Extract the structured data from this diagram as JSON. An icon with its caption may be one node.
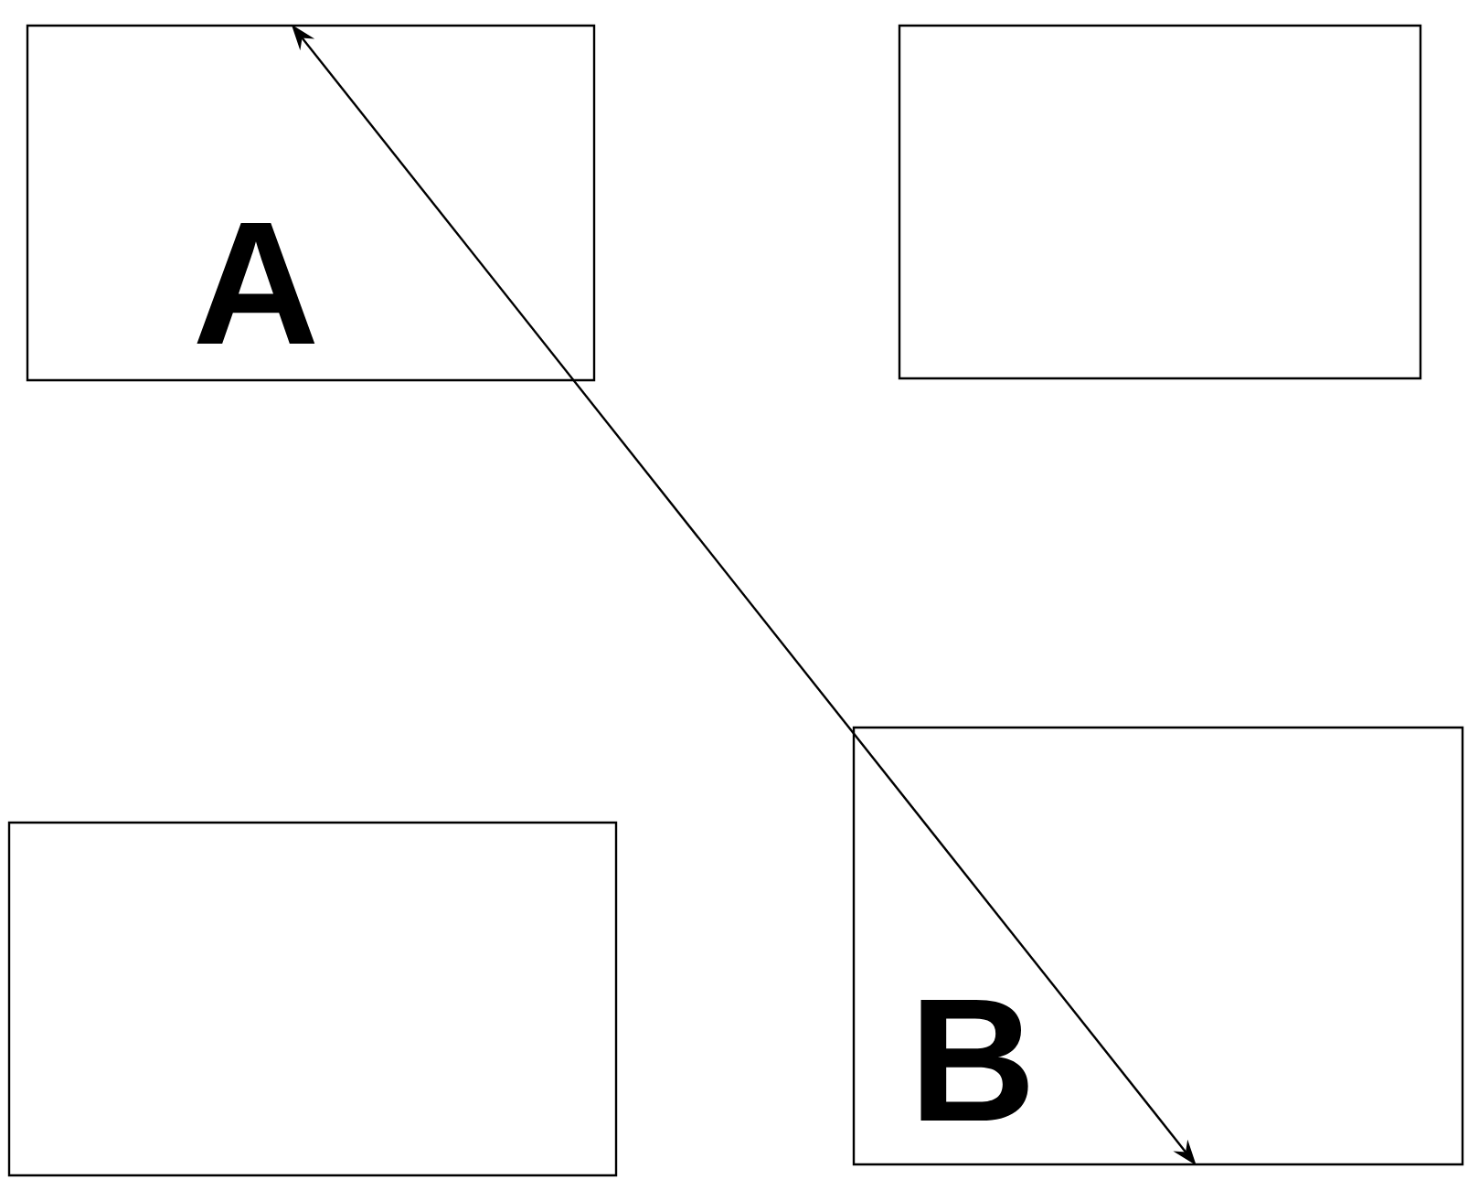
{
  "diagram": {
    "nodes": [
      {
        "text": [
          "A"
        ]
      },
      {
        "text": [],
        "shape": "box"
      },
      {
        "text": [],
        "shape": "box"
      },
      {
        "text": [
          "B"
        ]
      }
    ],
    "edges": [
      {
        "from": 0,
        "to": 3,
        "arrow": "both"
      }
    ]
  }
}
